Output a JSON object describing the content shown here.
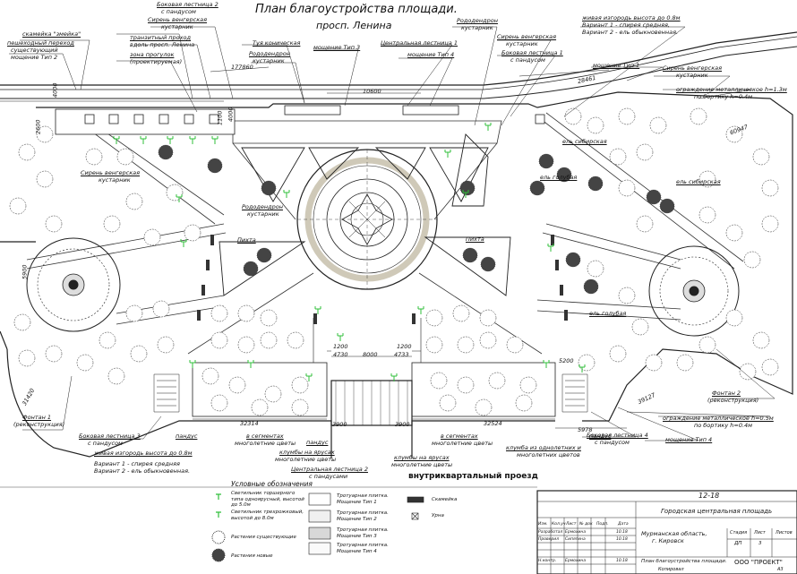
{
  "title": "План благоустройства площади.",
  "street_top": "просп. Ленина",
  "street_bottom": "внутриквартальный проезд",
  "labels": {
    "bench_side_2": "Боковая лестница 2",
    "bench_side_2b": "с пандусом",
    "lilac_1": "Сирень венгерская",
    "lilac_1b": "кустарник",
    "transit": "транзитный проход",
    "transit_b": "вдоль просп. Ленина",
    "walk_zone": "зона прогулок",
    "walk_zone_b": "(проектируемая)",
    "bench_snake": "скамейка \"змейка\"",
    "ped_cross": "пешеходный переход",
    "ped_cross_b": "существующий",
    "ped_cross_c": "мощение Тип 2",
    "thuja": "Туя коническая",
    "rhodo_1": "Рододендрон",
    "rhodo_1b": "кустарник",
    "pav_type3": "мощение Тип 3",
    "central_stair_1": "Центральная лестница 1",
    "pav_type4": "мощение Тип 4",
    "rhodo_2": "Рододендрон",
    "rhodo_2b": "кустарник",
    "lilac_2": "Сирень венгерская",
    "lilac_2b": "кустарник",
    "side_stair_1": "Боковая лестница 1",
    "side_stair_1b": "с пандусом",
    "hedge_top": "живая изгородь высота до 0.8м",
    "hedge_top_b": "Вариант 1 - спирея средняя,",
    "hedge_top_c": "Вариант 2 - ель обыкновенная.",
    "pav_type1": "мощение Тип 1",
    "lilac_3": "Сирень венгерская",
    "lilac_3b": "кустарник",
    "fence_top": "ограждение металлическое h=1.3м",
    "fence_top_b": "по бортику h=0.4м",
    "spruce_sib_1": "ель сибирская",
    "spruce_blue_1": "ель голубая",
    "spruce_sib_2": "ель сибирская",
    "lilac_4": "Сирень венгерская",
    "lilac_4b": "кустарник",
    "rhodo_3": "Рододендрон",
    "rhodo_3b": "кустарник",
    "fir_1": "Пихта",
    "fir_2": "Пихта",
    "spruce_blue_2": "ель голубая",
    "fountain_1": "Фонтан 1",
    "fountain_1b": "(реконструкция)",
    "fountain_2": "Фонтан 2",
    "fountain_2b": "(реконструкция)",
    "side_stair_3": "Боковая лестница 3",
    "side_stair_3b": "с пандусом",
    "ramp_1": "пандус",
    "ramp_2": "пандус",
    "ramp_3": "пандус",
    "hedge_bot": "живая изгородь высота до 0.8м",
    "hedge_bot_b": "Вариант 1 - спирея средняя",
    "hedge_bot_c": "Вариант 2 - ель обыкновенная.",
    "seg_1": "в сегментах",
    "seg_1b": "многолетние цветы",
    "bed_1": "клумбы на ярусах",
    "bed_1b": "многолетние цветы",
    "central_stair_2": "Центральная лестница 2",
    "central_stair_2b": "с пандусами",
    "bed_2": "клумбы на ярусах",
    "bed_2b": "многолетние цветы",
    "seg_2": "в сегментах",
    "seg_2b": "многолетние цветы",
    "bed_3": "клумба из однолетних и",
    "bed_3b": "многолетних цветов",
    "side_stair_4": "Боковая лестница 4",
    "side_stair_4b": "с пандусом",
    "pav_type4_b": "мощение Тип 4",
    "fence_bot": "ограждение металлическое h=0.5м",
    "fence_bot_b": "по бортику h=0.4м"
  },
  "dimensions": [
    "177860",
    "4000",
    "4000",
    "1100",
    "10600",
    "2600",
    "28461",
    "60947",
    "31420",
    "32314",
    "1200",
    "4730",
    "8000",
    "4733",
    "1200",
    "3900",
    "3900",
    "32524",
    "5200",
    "5978",
    "39127",
    "5900"
  ],
  "legend": {
    "title": "Условные обозначения",
    "items": [
      "Светильник торшерного типа одноярусный, высотой до 5.0м",
      "Светильник трехрожковый, высотой до 8.0м",
      "Растения существующие",
      "Растения новые"
    ],
    "paving": [
      "Тротуарная плитка. Мощение Тип 1",
      "Тротуарная плитка. Мощение Тип 2",
      "Тротуарная плитка. Мощение Тип 3",
      "Тротуарная плитка. Мощение Тип 4"
    ],
    "bench": "Скамейка",
    "urn": "Урна"
  },
  "stamp": {
    "code": "12-18",
    "project": "Городская центральная площадь",
    "region": "Мурманская область,",
    "city": "г. Кировск",
    "sheet_title": "План благоустройства площади.",
    "company": "ООО \"ПРОЕКТ\"",
    "stage_h": "Стадия",
    "sheet_h": "Лист",
    "sheets_h": "Листов",
    "stage": "ДП",
    "sheet": "3",
    "cols": [
      "Изм.",
      "Кол.уч",
      "Лист",
      "№ док",
      "Подп.",
      "Дата"
    ],
    "rows": [
      [
        "Разработал",
        "Ермохина",
        "10.18"
      ],
      [
        "Проверил",
        "Сипягина",
        "10.18"
      ],
      [
        "Н.контр.",
        "Ермохина",
        "10.18"
      ]
    ],
    "copied": "Копировал",
    "format": "А3"
  }
}
